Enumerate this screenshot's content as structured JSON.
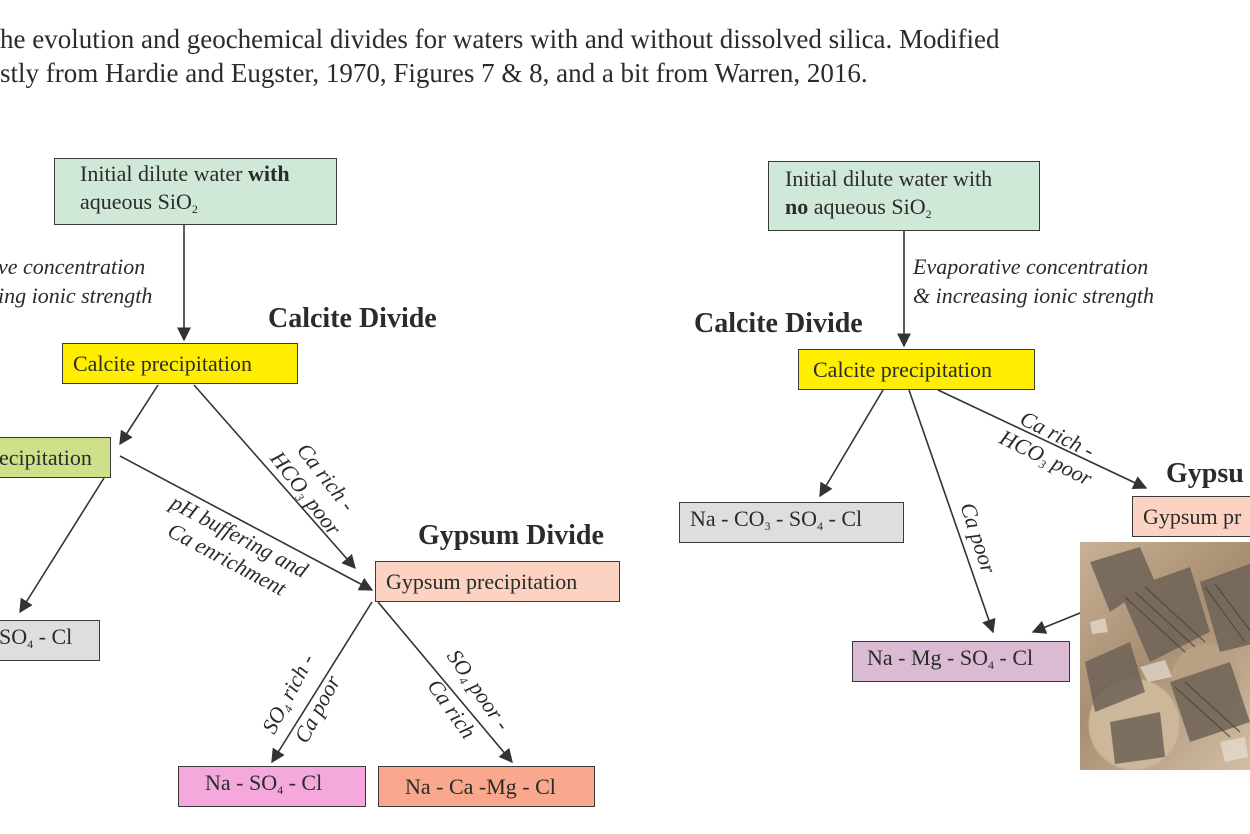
{
  "caption": {
    "line1": "he evolution and geochemical divides for waters with and without dissolved silica. Modified",
    "line2": "stly from Hardie and Eugster, 1970, Figures 7 & 8, and a bit from Warren, 2016."
  },
  "left": {
    "initial_line1_pre": "Initial dilute water ",
    "initial_line1_bold": "with",
    "initial_line2_pre": "aqueous SiO",
    "initial_line2_sub": "2",
    "evap_line1": "ve concentration",
    "evap_line2": "ing ionic strength",
    "calcite_divide": "Calcite Divide",
    "calcite_precip": "Calcite precipitation",
    "partial_precip": "ecipitation",
    "ca_rich_line1": "Ca rich -",
    "ca_rich_line2_pre": "HCO",
    "ca_rich_line2_sub": "3",
    "ca_rich_line2_post": " poor",
    "ph_line1": "pH buffering and",
    "ph_line2": "Ca enrichment",
    "gypsum_divide": "Gypsum Divide",
    "gypsum_precip": "Gypsum precipitation",
    "so4_cl_pre": "SO",
    "so4_cl_sub": "4",
    "so4_cl_post": " - Cl",
    "so4_rich_line1_pre": "SO",
    "so4_rich_line1_sub": "4",
    "so4_rich_line1_post": " rich -",
    "so4_rich_line2": "Ca poor",
    "so4_poor_line1_pre": "SO",
    "so4_poor_line1_sub": "4",
    "so4_poor_line1_post": " poor -",
    "so4_poor_line2": "Ca rich",
    "na_so4_cl_pre": "Na - SO",
    "na_so4_cl_sub": "4",
    "na_so4_cl_post": " - Cl",
    "na_ca_mg_cl": "Na - Ca -Mg - Cl"
  },
  "right": {
    "initial_line1": "Initial dilute water with",
    "initial_line2_bold": "no",
    "initial_line2_pre": " aqueous SiO",
    "initial_line2_sub": "2",
    "evap_line1": "Evaporative concentration",
    "evap_line2": "& increasing ionic strength",
    "calcite_divide": "Calcite Divide",
    "calcite_precip": "Calcite precipitation",
    "ca_rich_line1": "Ca rich -",
    "ca_rich_line2_pre": "HCO",
    "ca_rich_line2_sub": "3",
    "ca_rich_line2_post": "  poor",
    "ca_poor": "Ca poor",
    "gypsum_divide_partial": "Gypsu",
    "gypsum_precip_partial": "Gypsum pr",
    "na_co3_pre": "Na - CO",
    "na_co3_sub1": "3",
    "na_co3_mid": " - SO",
    "na_co3_sub2": "4",
    "na_co3_post": " - Cl",
    "na_mg_pre": "Na - Mg - SO",
    "na_mg_sub": "4",
    "na_mg_post": " - Cl"
  },
  "photo_description_icon": "gypsum-crystal-photo"
}
